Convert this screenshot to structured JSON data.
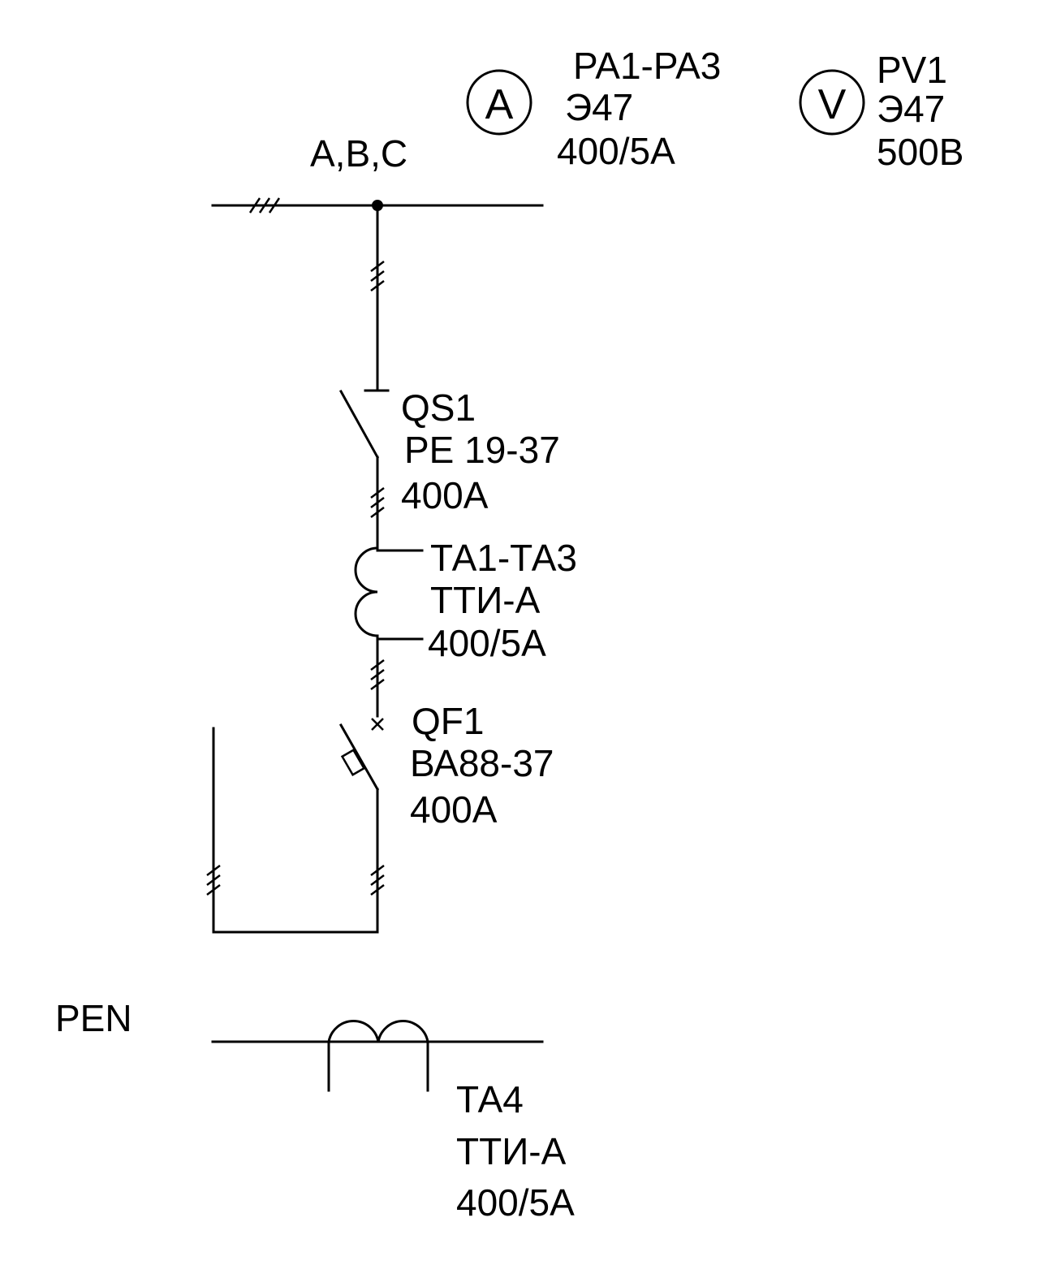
{
  "bus": {
    "phases_label": "A,B,C",
    "pen_label": "PEN"
  },
  "ammeter": {
    "symbol": "A",
    "lines": [
      "PA1-PA3",
      "Э47",
      "400/5А"
    ]
  },
  "voltmeter": {
    "symbol": "V",
    "lines": [
      "PV1",
      "Э47",
      "500В"
    ]
  },
  "switch_qs1": {
    "lines": [
      "QS1",
      "РЕ 19-37",
      "400А"
    ]
  },
  "ct_ta1_ta3": {
    "lines": [
      "ТА1-ТА3",
      "ТТИ-А",
      "400/5А"
    ]
  },
  "breaker_qf1": {
    "lines": [
      "QF1",
      "ВА88-37",
      "400А"
    ]
  },
  "ct_ta4": {
    "lines": [
      "ТА4",
      "ТТИ-А",
      "400/5А"
    ]
  }
}
